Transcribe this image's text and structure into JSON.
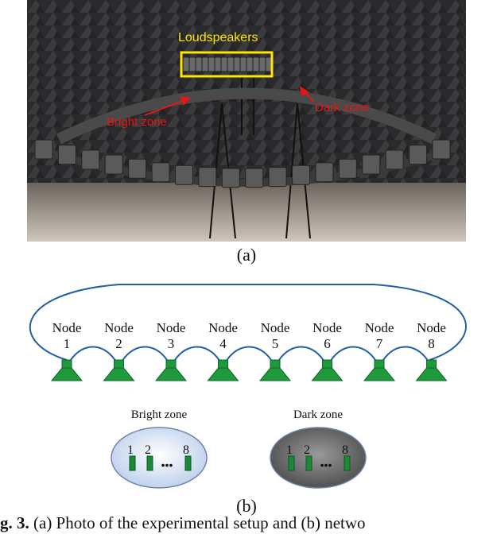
{
  "photo": {
    "annotations": {
      "loudspeakers": "Loudspeakers",
      "bright_zone": "Bright zone",
      "dark_zone": "Dark zone"
    },
    "label": "(a)"
  },
  "network": {
    "nodes": [
      {
        "word": "Node",
        "num": "1"
      },
      {
        "word": "Node",
        "num": "2"
      },
      {
        "word": "Node",
        "num": "3"
      },
      {
        "word": "Node",
        "num": "4"
      },
      {
        "word": "Node",
        "num": "5"
      },
      {
        "word": "Node",
        "num": "6"
      },
      {
        "word": "Node",
        "num": "7"
      },
      {
        "word": "Node",
        "num": "8"
      }
    ],
    "zones": [
      {
        "title": "Bright zone",
        "mic_first": "1",
        "mic_second": "2",
        "mic_last": "8",
        "dots": "•••"
      },
      {
        "title": "Dark zone",
        "mic_first": "1",
        "mic_second": "2",
        "mic_last": "8",
        "dots": "•••"
      }
    ],
    "label": "(b)"
  },
  "caption": {
    "prefix": "g. 3.",
    "text": " (a) Photo of the experimental setup and (b) netwo"
  },
  "colors": {
    "link": "#1f5fa8",
    "speaker": "#1e9a3c",
    "mic": "#1a8a3a",
    "annotation": "#ffe600",
    "arrow": "#e01818"
  }
}
